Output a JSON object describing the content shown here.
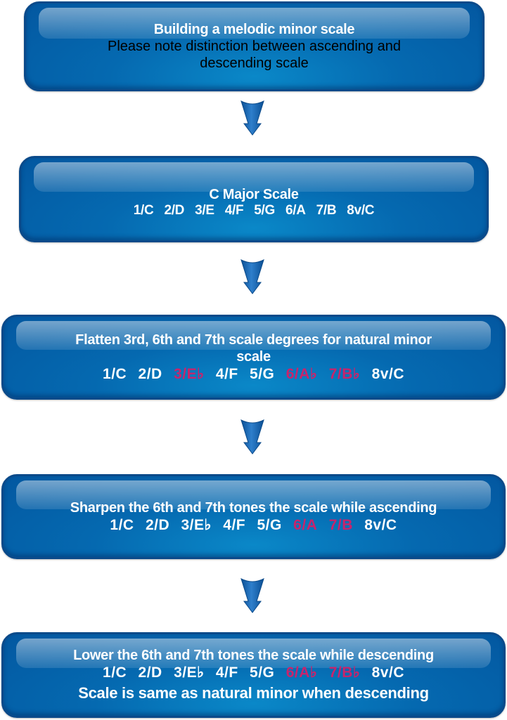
{
  "colors": {
    "box_fill": "#0569b0",
    "box_border": "#0b4a8a",
    "highlight_note": "#c8246c",
    "text": "#ffffff",
    "subtitle_text": "#000000"
  },
  "steps": [
    {
      "title": "Building a melodic minor scale",
      "subtitle_line1": "Please note distinction between ascending and",
      "subtitle_line2": "descending scale"
    },
    {
      "title": "C Major Scale",
      "notes": [
        "1/C",
        "2/D",
        "3/E",
        "4/F",
        "5/G",
        "6/A",
        "7/B",
        "8v/C"
      ]
    },
    {
      "title_line1": "Flatten 3rd, 6th and 7th scale degrees for natural minor",
      "title_line2": "scale",
      "notes": [
        "1/C",
        "2/D",
        "3/E♭",
        "4/F",
        "5/G",
        "6/A♭",
        "7/B♭",
        "8v/C"
      ],
      "highlighted": [
        "3/E♭",
        "6/A♭",
        "7/B♭"
      ]
    },
    {
      "title": "Sharpen the 6th and 7th tones the scale while ascending",
      "notes": [
        "1/C",
        "2/D",
        "3/E♭",
        "4/F",
        "5/G",
        "6/A",
        "7/B",
        "8v/C"
      ],
      "highlighted": [
        "6/A",
        "7/B"
      ]
    },
    {
      "title": "Lower the 6th and 7th tones the scale while descending",
      "notes": [
        "1/C",
        "2/D",
        "3/E♭",
        "4/F",
        "5/G",
        "6/A♭",
        "7/B♭",
        "8v/C"
      ],
      "highlighted": [
        "6/A♭",
        "7/B♭"
      ],
      "footer": "Scale is same as natural minor when descending"
    }
  ],
  "connectors": [
    "down-arrow",
    "down-arrow",
    "down-arrow",
    "down-arrow"
  ]
}
